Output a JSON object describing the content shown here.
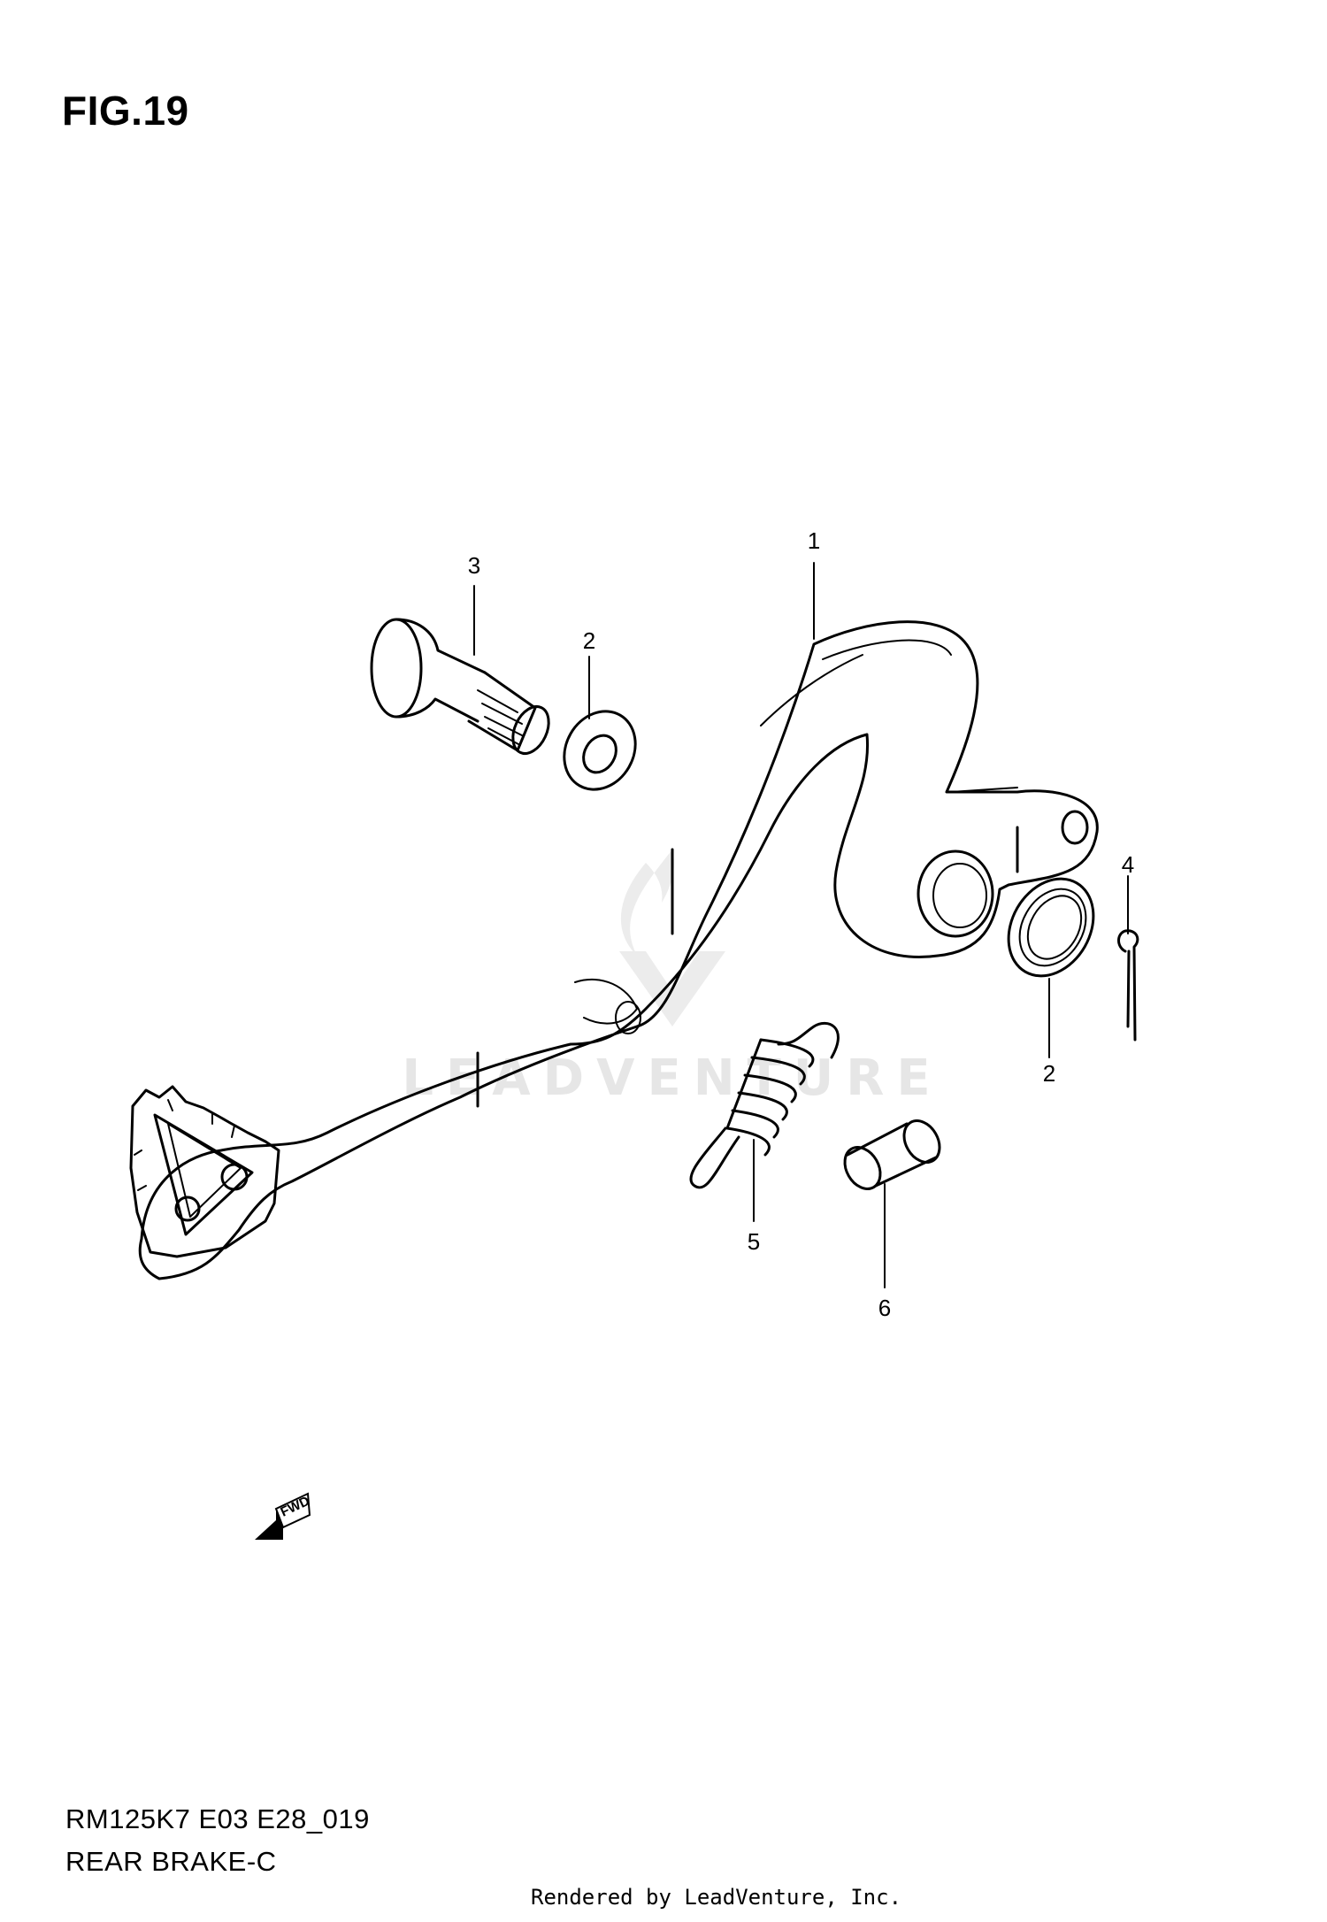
{
  "figure": {
    "title": "FIG.19"
  },
  "callouts": [
    {
      "label": "1",
      "part": "brake pedal"
    },
    {
      "label": "2",
      "part": "washer"
    },
    {
      "label": "3",
      "part": "pivot bolt"
    },
    {
      "label": "4",
      "part": "cotter pin"
    },
    {
      "label": "2",
      "part": "seal"
    },
    {
      "label": "5",
      "part": "return spring"
    },
    {
      "label": "6",
      "part": "bushing"
    }
  ],
  "fwd_label": "FWD",
  "watermark": {
    "text": "LEADVENTURE"
  },
  "footer": {
    "code": "RM125K7 E03 E28_019",
    "name": "REAR BRAKE-C",
    "rendered_by": "Rendered by LeadVenture, Inc."
  }
}
